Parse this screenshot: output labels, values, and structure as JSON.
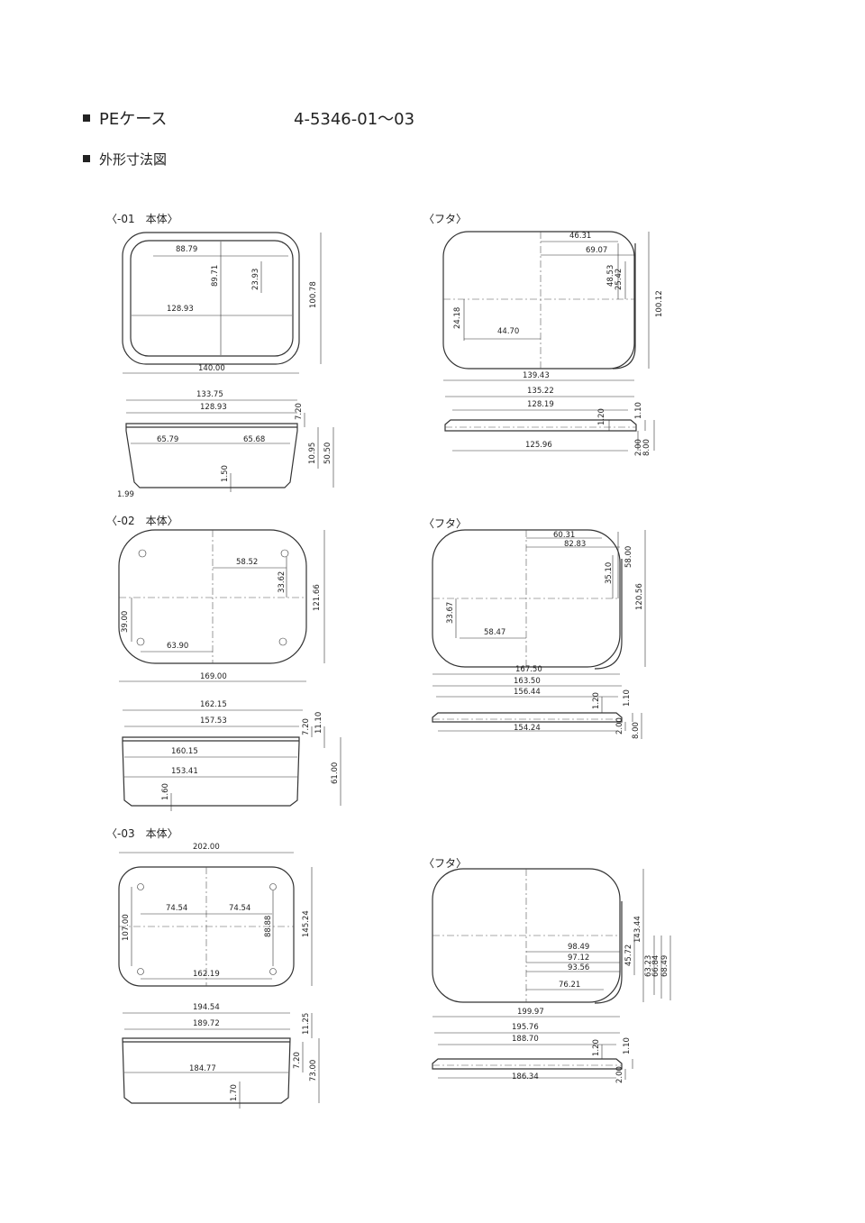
{
  "header": {
    "product_name": "PEケース",
    "product_code": "4-5346-01～03",
    "section_title": "外形寸法図"
  },
  "views": {
    "m01_body": "〈-01　本体〉",
    "lid_01": "〈フタ〉",
    "m02_body": "〈-02　本体〉",
    "lid_02": "〈フタ〉",
    "m03_body": "〈-03　本体〉",
    "lid_03": "〈フタ〉"
  },
  "dims": {
    "m01_top": [
      "88.79",
      "89.71",
      "23.93",
      "128.93",
      "100.78",
      "140.00"
    ],
    "m01_side": [
      "133.75",
      "128.93",
      "7.20",
      "65.79",
      "65.68",
      "10.95",
      "50.50",
      "1.50",
      "1.99"
    ],
    "l01_top": [
      "46.31",
      "69.07",
      "48.53",
      "25.42",
      "24.18",
      "44.70",
      "100.12",
      "139.43"
    ],
    "l01_side": [
      "135.22",
      "128.19",
      "1.20",
      "1.10",
      "125.96",
      "2.00",
      "8.00"
    ],
    "m02_top": [
      "58.52",
      "33.62",
      "121.66",
      "39.00",
      "63.90",
      "169.00"
    ],
    "m02_side": [
      "162.15",
      "157.53",
      "7.20",
      "11.10",
      "160.15",
      "153.41",
      "61.00",
      "1.60"
    ],
    "l02_top": [
      "60.31",
      "82.83",
      "58.00",
      "35.10",
      "120.56",
      "33.67",
      "58.47",
      "167.50"
    ],
    "l02_side": [
      "163.50",
      "156.44",
      "1.20",
      "1.10",
      "154.24",
      "2.00",
      "8.00"
    ],
    "m03_top": [
      "202.00",
      "74.54",
      "74.54",
      "107.00",
      "88.88",
      "145.24",
      "162.19"
    ],
    "m03_side": [
      "194.54",
      "189.72",
      "11.25",
      "184.77",
      "7.20",
      "73.00",
      "1.70"
    ],
    "l03_top": [
      "143.44",
      "98.49",
      "45.72",
      "97.12",
      "93.56",
      "63.23",
      "66.84",
      "68.49",
      "76.21",
      "199.97"
    ],
    "l03_side": [
      "195.76",
      "188.70",
      "1.20",
      "1.10",
      "186.34",
      "2.00"
    ]
  }
}
